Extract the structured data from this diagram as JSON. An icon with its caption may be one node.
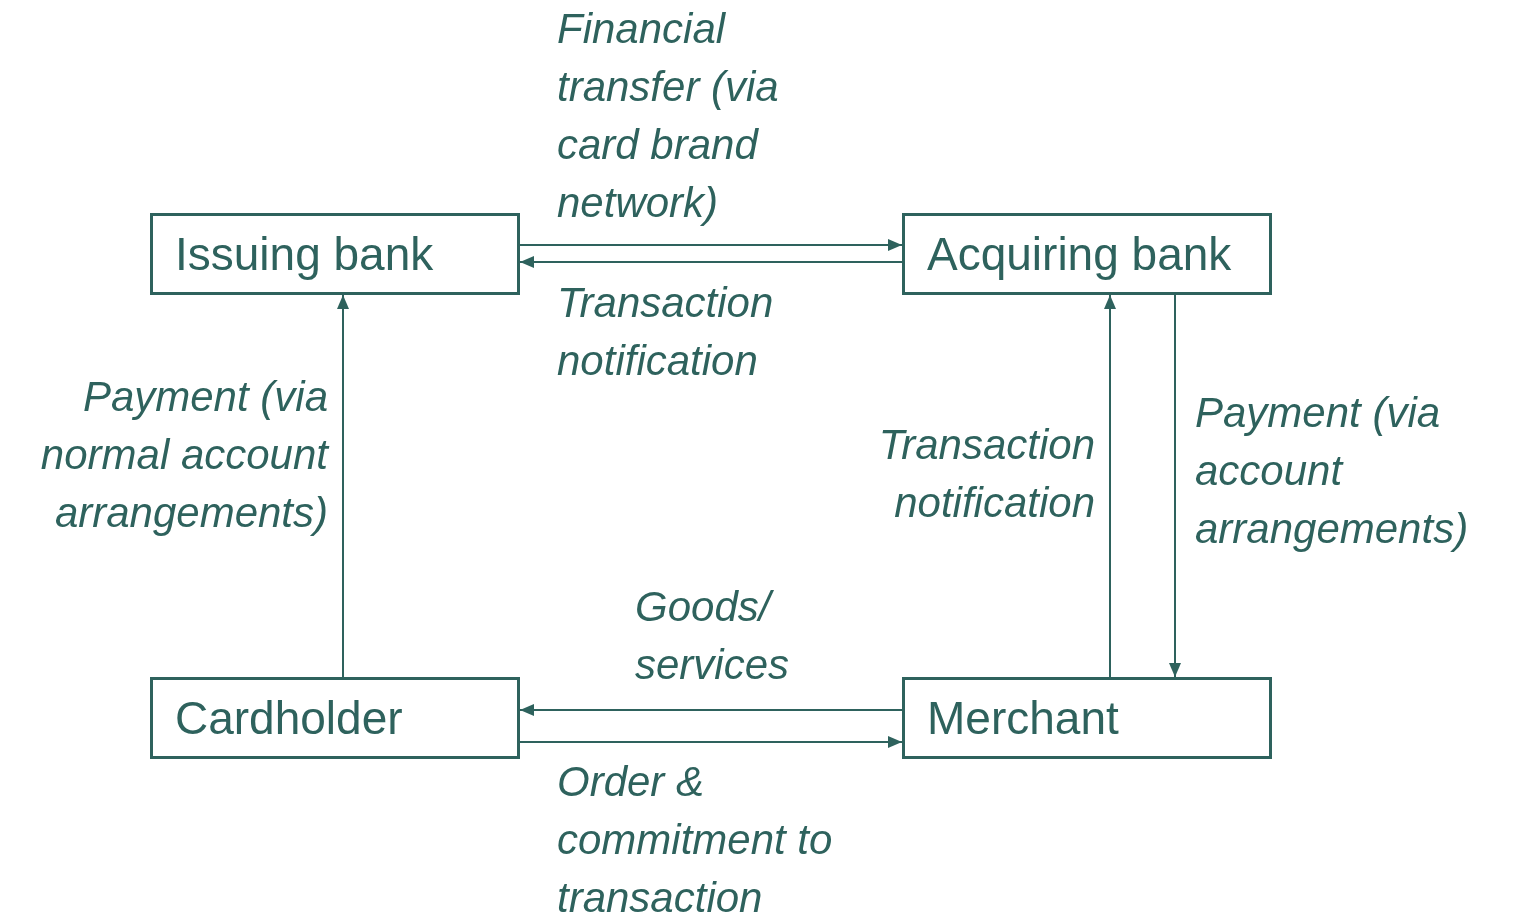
{
  "diagram": {
    "nodes": [
      {
        "text": [
          "Issuing bank"
        ]
      },
      {
        "text": [
          "Acquiring bank"
        ]
      },
      {
        "text": [
          "Cardholder"
        ]
      },
      {
        "text": [
          "Merchant"
        ]
      }
    ],
    "edges": [
      {
        "from": 0,
        "to": 1,
        "arrow": "to",
        "label": "Financial transfer (via card brand network)"
      },
      {
        "from": 1,
        "to": 0,
        "arrow": "to",
        "label": "Transaction notification"
      },
      {
        "from": 2,
        "to": 0,
        "arrow": "to",
        "label": "Payment (via normal account arrangements)"
      },
      {
        "from": 3,
        "to": 1,
        "arrow": "to",
        "label": "Transaction notification"
      },
      {
        "from": 1,
        "to": 3,
        "arrow": "to",
        "label": "Payment (via account arrangements)"
      },
      {
        "from": 3,
        "to": 2,
        "arrow": "to",
        "label": "Goods/ services"
      },
      {
        "from": 2,
        "to": 3,
        "arrow": "to",
        "label": "Order & commitment to transaction"
      }
    ]
  }
}
